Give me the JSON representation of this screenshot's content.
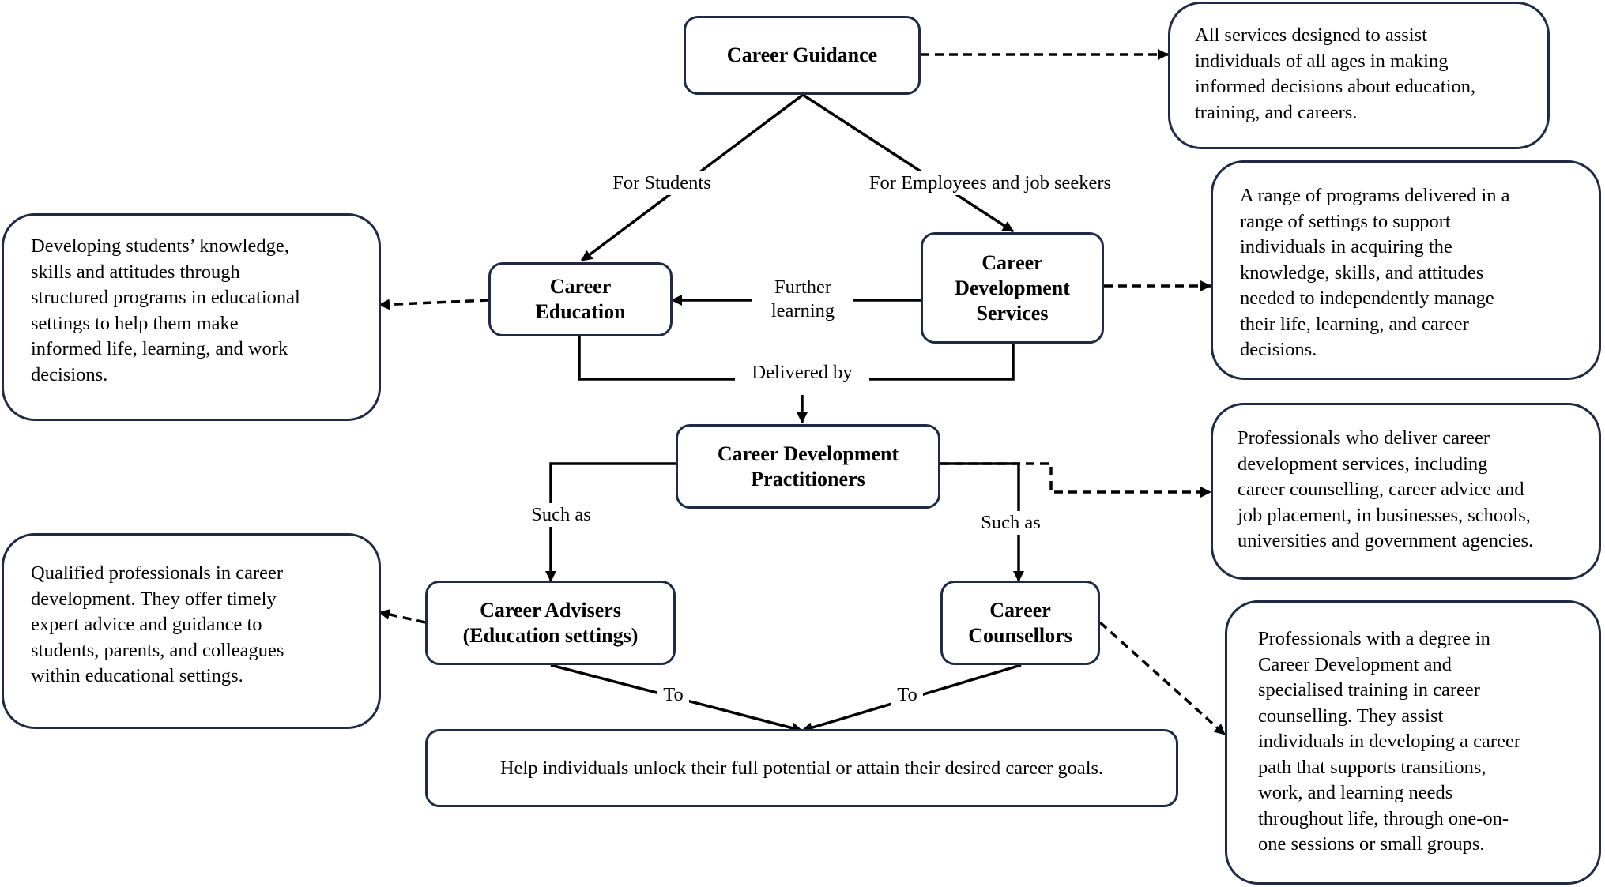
{
  "nodes": {
    "career_guidance": "Career Guidance",
    "career_education": "Career\nEducation",
    "career_development_services": "Career\nDevelopment\nServices",
    "practitioners": "Career Development\nPractitioners",
    "career_advisers": "Career Advisers\n(Education settings)",
    "career_counsellors": "Career\nCounsellors",
    "goal": "Help individuals unlock their full potential or attain their desired career goals."
  },
  "edge_labels": {
    "for_students": "For Students",
    "for_employees": "For Employees and job seekers",
    "further_learning": "Further\nlearning",
    "delivered_by": "Delivered by",
    "such_as_left": "Such as",
    "such_as_right": "Such as",
    "to_left": "To",
    "to_right": "To"
  },
  "descriptions": {
    "guidance": "All services designed to assist\nindividuals of all ages in making\ninformed decisions about education,\ntraining, and careers.",
    "education": "Developing students’ knowledge,\nskills and attitudes through\nstructured programs in educational\nsettings to help them make\ninformed life, learning, and work\ndecisions.",
    "services": "A range of programs delivered in a\nrange of settings to support\nindividuals in acquiring the\nknowledge, skills, and attitudes\nneeded to independently manage\ntheir life, learning, and career\ndecisions.",
    "practitioners": "Professionals who deliver career\ndevelopment services, including\ncareer counselling, career advice and\njob placement, in businesses, schools,\nuniversities and government agencies.",
    "advisers": "Qualified professionals in career\ndevelopment. They offer timely\nexpert advice and guidance to\nstudents, parents, and colleagues\nwithin educational settings.",
    "counsellors": "Professionals with a degree in\nCareer Development and\nspecialised training in career\ncounselling. They assist\nindividuals in developing a career\npath that supports transitions,\nwork, and learning needs\nthroughout life, through one-on-\none sessions or small groups."
  },
  "colors": {
    "box_border": "#1f2a44",
    "line": "#000000",
    "background": "#ffffff"
  }
}
